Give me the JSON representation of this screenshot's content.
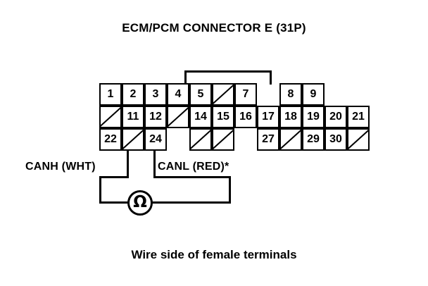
{
  "diagram": {
    "title": "ECM/PCM CONNECTOR E (31P)",
    "caption": "Wire side of female terminals",
    "connector": {
      "rows": [
        {
          "row_index": 1,
          "cells": [
            {
              "col": 0,
              "label": "1",
              "blank": false
            },
            {
              "col": 1,
              "label": "2",
              "blank": false
            },
            {
              "col": 2,
              "label": "3",
              "blank": false
            },
            {
              "col": 3,
              "label": "4",
              "blank": false
            },
            {
              "col": 4,
              "label": "5",
              "blank": false
            },
            {
              "col": 5,
              "label": "",
              "blank": true
            },
            {
              "col": 6,
              "label": "7",
              "blank": false
            },
            {
              "col": 8,
              "label": "8",
              "blank": false
            },
            {
              "col": 9,
              "label": "9",
              "blank": false
            }
          ]
        },
        {
          "row_index": 2,
          "cells": [
            {
              "col": 0,
              "label": "",
              "blank": true
            },
            {
              "col": 1,
              "label": "11",
              "blank": false
            },
            {
              "col": 2,
              "label": "12",
              "blank": false
            },
            {
              "col": 3,
              "label": "",
              "blank": true
            },
            {
              "col": 4,
              "label": "14",
              "blank": false
            },
            {
              "col": 5,
              "label": "15",
              "blank": false
            },
            {
              "col": 6,
              "label": "16",
              "blank": false
            },
            {
              "col": 7,
              "label": "17",
              "blank": false
            },
            {
              "col": 8,
              "label": "18",
              "blank": false
            },
            {
              "col": 9,
              "label": "19",
              "blank": false
            },
            {
              "col": 10,
              "label": "20",
              "blank": false
            },
            {
              "col": 11,
              "label": "21",
              "blank": false
            }
          ]
        },
        {
          "row_index": 3,
          "cells": [
            {
              "col": 0,
              "label": "22",
              "blank": false
            },
            {
              "col": 1,
              "label": "",
              "blank": true
            },
            {
              "col": 2,
              "label": "24",
              "blank": false
            },
            {
              "col": 4,
              "label": "",
              "blank": true
            },
            {
              "col": 5,
              "label": "",
              "blank": true
            },
            {
              "col": 7,
              "label": "27",
              "blank": false
            },
            {
              "col": 8,
              "label": "",
              "blank": true
            },
            {
              "col": 9,
              "label": "29",
              "blank": false
            },
            {
              "col": 10,
              "label": "30",
              "blank": false
            },
            {
              "col": 11,
              "label": "",
              "blank": true
            }
          ]
        }
      ]
    },
    "leads": {
      "canh": {
        "label": "CANH (WHT)",
        "terminal": "22"
      },
      "canl": {
        "label": "CANL (RED)*",
        "terminal": "24"
      }
    },
    "meter": {
      "symbol": "Ω",
      "name": "ohmmeter"
    },
    "colors": {
      "ink": "#000000",
      "background": "#ffffff"
    }
  }
}
